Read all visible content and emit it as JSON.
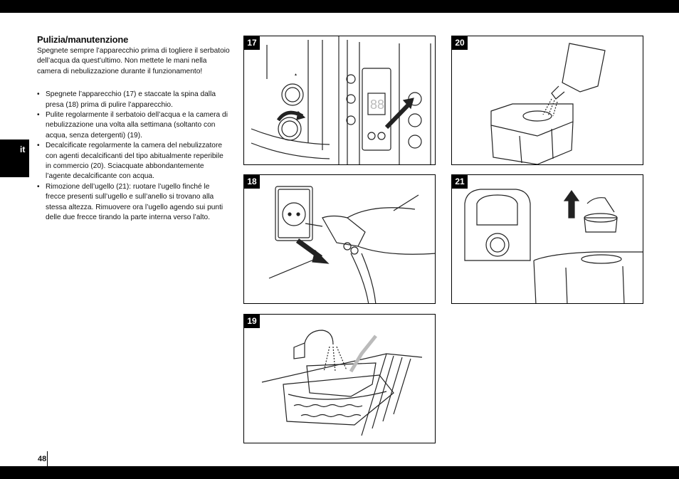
{
  "section": {
    "title": "Pulizia/manutenzione",
    "intro": "Spegnete sempre l’apparecchio prima di togliere il serbatoio dell’acqua da quest’ultimo. Non mettete le mani nella camera di nebulizzazione durante il funzionamento!",
    "bullets": [
      "Spegnete l’apparecchio (17) e staccate la spina dalla presa (18) prima di pulire l’apparecchio.",
      "Pulite regolarmente il serbatoio dell’acqua e la camera di nebulizzazione una volta alla settimana (soltanto con acqua, senza detergenti) (19).",
      "Decalcificate regolarmente la camera del nebulizzatore con agenti decalcificanti del tipo abitualmente reperibile in commercio (20). Sciacquate abbondantemente l’agente decalcificante con acqua.",
      "Rimozione dell’ugello (21): ruotare l’ugello finché le frecce presenti sull’ugello e sull’anello si trovano alla stessa altezza. Rimuovere ora l’ugello agendo sui punti delle due frecce tirando la parte interna verso l’alto."
    ]
  },
  "lang_tab": "it",
  "page_number": "48",
  "figures": {
    "f17": "17",
    "f18": "18",
    "f19": "19",
    "f20": "20",
    "f21": "21"
  },
  "colors": {
    "bars": "#000000",
    "line": "#222222"
  }
}
